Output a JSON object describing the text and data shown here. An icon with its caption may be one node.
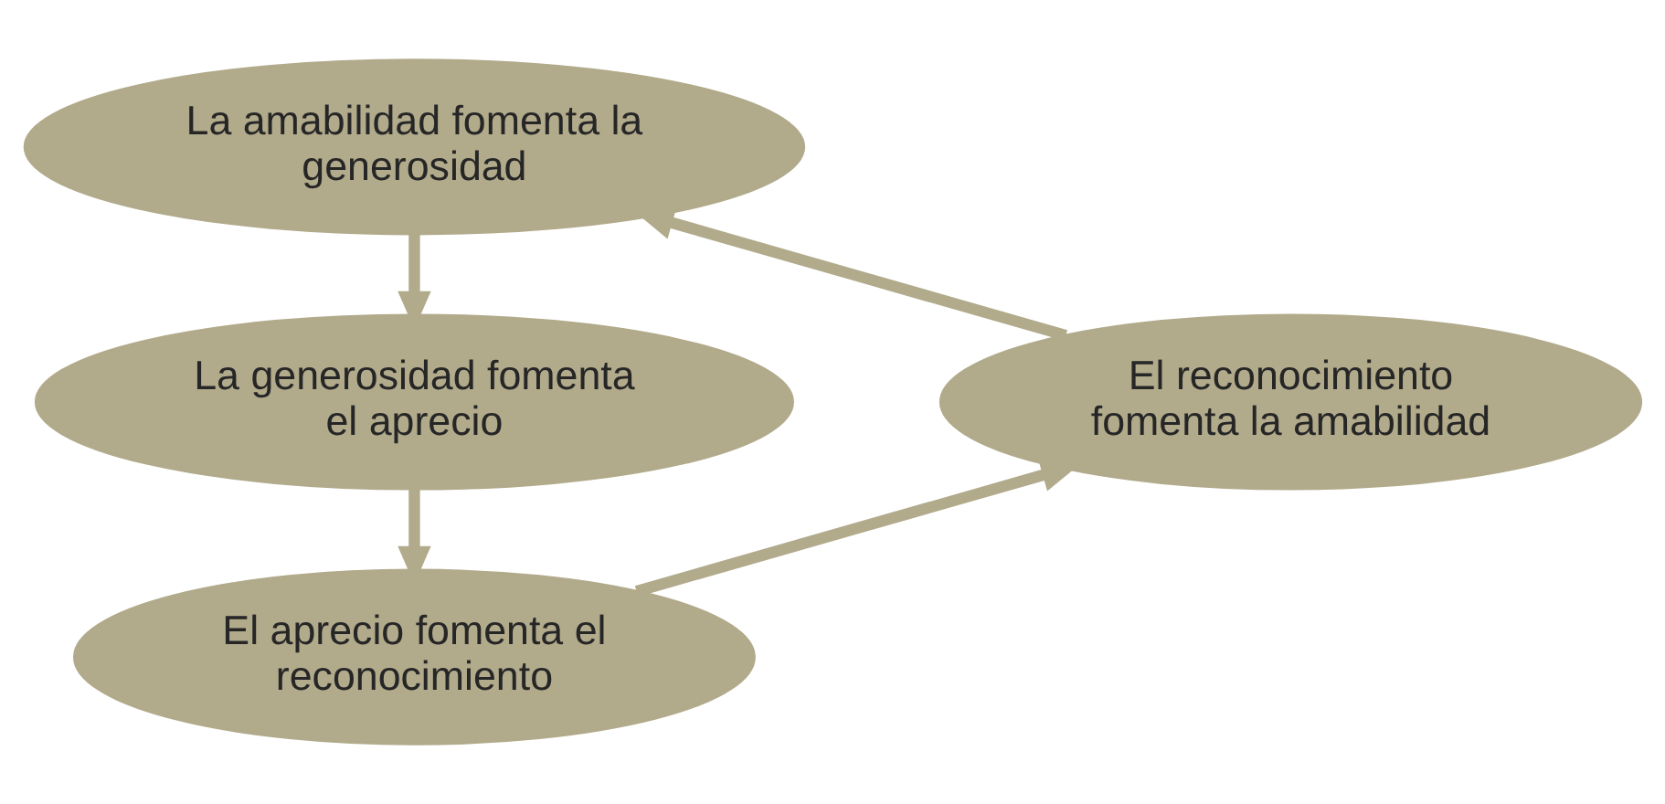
{
  "diagram": {
    "nodes": [
      {
        "text": [
          "La amabilidad fomenta la generosidad"
        ]
      },
      {
        "text": [
          "La generosidad fomenta el aprecio"
        ]
      },
      {
        "text": [
          "El aprecio fomenta el reconocimiento"
        ]
      },
      {
        "text": [
          "El reconocimiento fomenta la amabilidad"
        ]
      }
    ],
    "edges": [
      {
        "from": 0,
        "to": 1,
        "arrow": "to"
      },
      {
        "from": 1,
        "to": 2,
        "arrow": "to"
      },
      {
        "from": 2,
        "to": 3,
        "arrow": "to"
      },
      {
        "from": 3,
        "to": 0,
        "arrow": "to"
      }
    ]
  }
}
